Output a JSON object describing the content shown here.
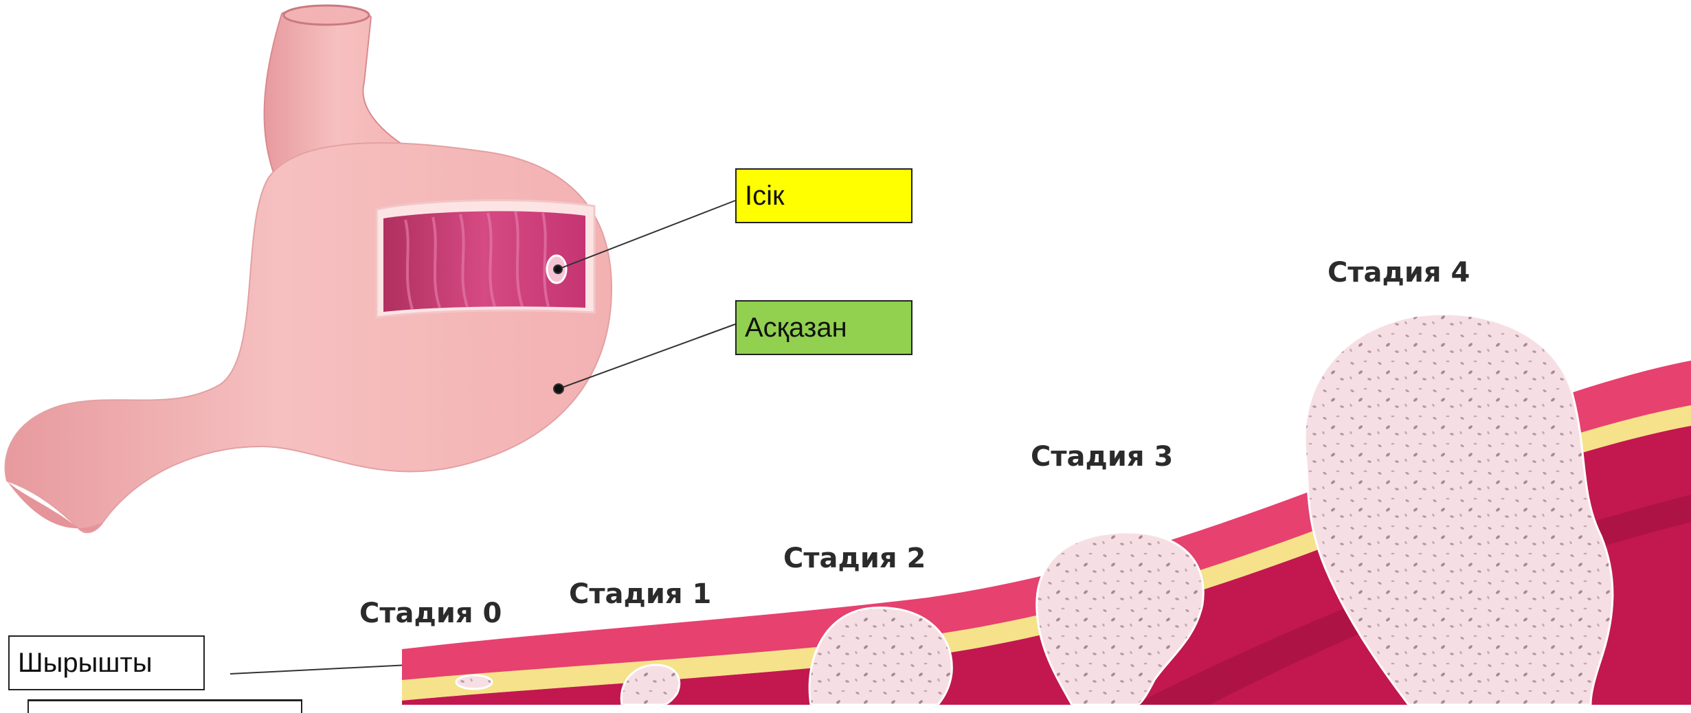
{
  "labels": {
    "tumor": "Ісік",
    "stomach": "Асқазан",
    "mucosa": "Шырышты"
  },
  "stages": [
    "Стадия 0",
    "Стадия 1",
    "Стадия 2",
    "Стадия 3",
    "Стадия 4"
  ],
  "colors": {
    "tumor_box": "#ffff00",
    "stomach_box": "#92d050",
    "mucosa_box": "#ffffff",
    "stomach_fill": "#f4b3b3",
    "tissue_outer": "#e63a6e",
    "tissue_inner": "#c2184f",
    "fat_layer": "#f5e28a",
    "tumor_fill": "#f6dfe4"
  }
}
